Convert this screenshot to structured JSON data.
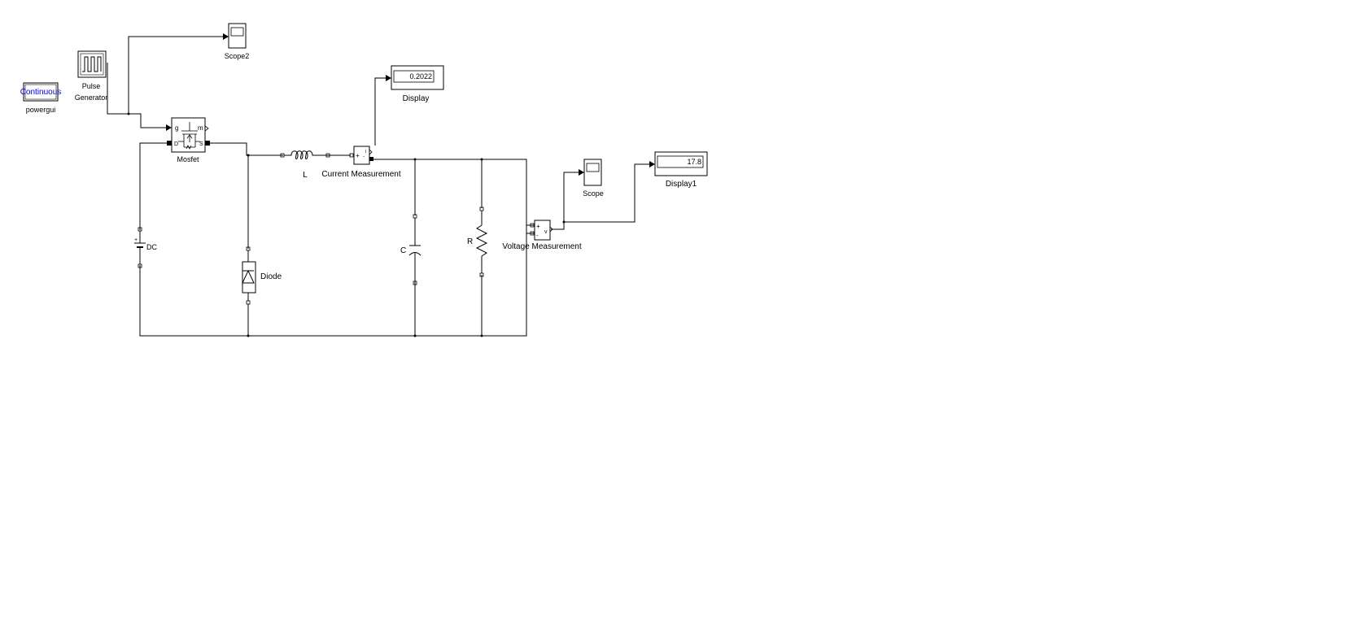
{
  "blocks": {
    "powergui": {
      "value": "Continuous",
      "label": "powergui"
    },
    "pulse_generator": {
      "label_line1": "Pulse",
      "label_line2": "Generator"
    },
    "scope2": {
      "label": "Scope2"
    },
    "mosfet": {
      "label": "Mosfet",
      "port_g": "g",
      "port_m": "m",
      "port_d": "D",
      "port_s": "S"
    },
    "dc": {
      "label": "DC"
    },
    "diode": {
      "label": "Diode"
    },
    "inductor": {
      "label": "L"
    },
    "current_measurement": {
      "label": "Current Measurement",
      "port_i": "i"
    },
    "display": {
      "value": "0.2022",
      "label": "Display"
    },
    "capacitor": {
      "label": "C"
    },
    "resistor": {
      "label": "R"
    },
    "voltage_measurement": {
      "label": "Voltage Measurement",
      "port_v": "v"
    },
    "scope": {
      "label": "Scope"
    },
    "display1": {
      "value": "17.8",
      "label": "Display1"
    }
  },
  "colors": {
    "link": "#0000ff",
    "line": "#000000",
    "background": "#ffffff"
  }
}
